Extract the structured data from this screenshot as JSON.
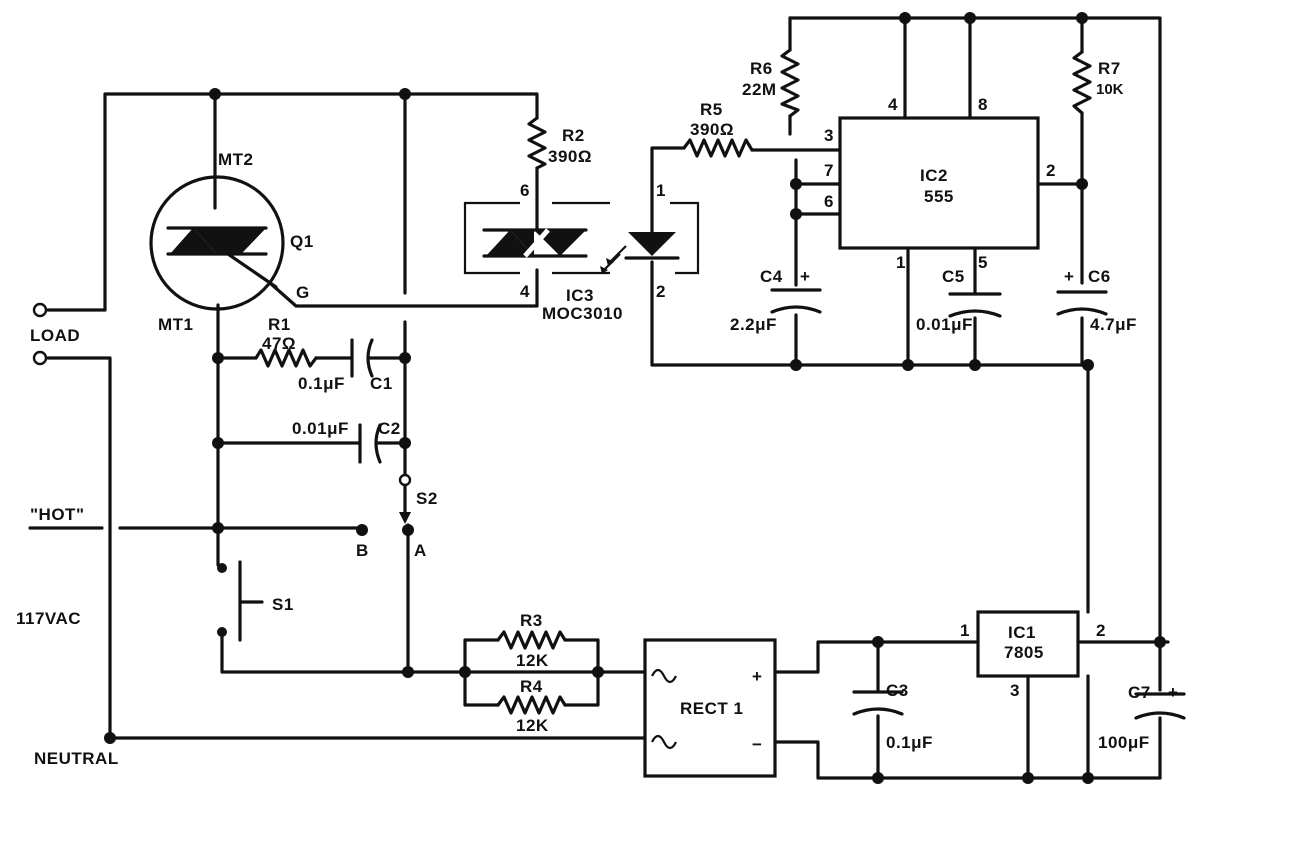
{
  "labels": {
    "load": "LOAD",
    "hot": "\"HOT\"",
    "vac": "117VAC",
    "neutral": "NEUTRAL",
    "mt2": "MT2",
    "mt1": "MT1",
    "q1": "Q1",
    "gate": "G",
    "r1_name": "R1",
    "r1_value": "47Ω",
    "c1_name": "C1",
    "c1_value": "0.1μF",
    "c2_name": "C2",
    "c2_value": "0.01μF",
    "s1": "S1",
    "s2": "S2",
    "sw_a": "A",
    "sw_b": "B",
    "r2_name": "R2",
    "r2_value": "390Ω",
    "ic3_name": "IC3",
    "ic3_part": "MOC3010",
    "ic3_pin6": "6",
    "ic3_pin4": "4",
    "ic3_pin1": "1",
    "ic3_pin2": "2",
    "r5_name": "R5",
    "r5_value": "390Ω",
    "r6_name": "R6",
    "r6_value": "22M",
    "r7_name": "R7",
    "r7_value": "10K",
    "ic2_name": "IC2",
    "ic2_part": "555",
    "ic2_pin4": "4",
    "ic2_pin8": "8",
    "ic2_pin3": "3",
    "ic2_pin7": "7",
    "ic2_pin6": "6",
    "ic2_pin2": "2",
    "ic2_pin1": "1",
    "ic2_pin5": "5",
    "c4_name": "C4",
    "c4_value": "2.2μF",
    "c5_name": "C5",
    "c5_value": "0.01μF",
    "c6_name": "C6",
    "c6_value": "4.7μF",
    "plus": "+",
    "r3_name": "R3",
    "r3_value": "12K",
    "r4_name": "R4",
    "r4_value": "12K",
    "rect_name": "RECT 1",
    "rect_plus": "+",
    "rect_minus": "−",
    "c3_name": "C3",
    "c3_value": "0.1μF",
    "ic1_name": "IC1",
    "ic1_part": "7805",
    "ic1_pin1": "1",
    "ic1_pin2": "2",
    "ic1_pin3": "3",
    "c7_name": "C7",
    "c7_value": "100μF"
  }
}
